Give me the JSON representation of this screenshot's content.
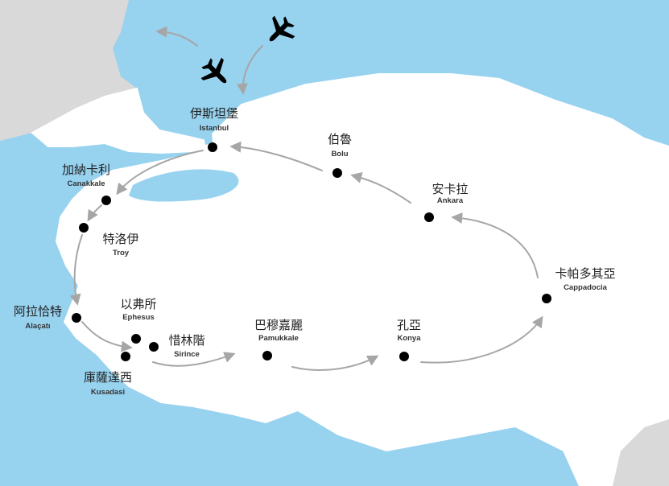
{
  "colors": {
    "sea": "#97d2ef",
    "land": "#ffffff",
    "neighbor_land": "#d9d9d9",
    "route": "#a6a6a6",
    "marker": "#000000"
  },
  "icons": [
    "airplane-icon",
    "airplane-icon"
  ],
  "cities": [
    {
      "id": "istanbul",
      "zh": "伊斯坦堡",
      "en": "Istanbul"
    },
    {
      "id": "bolu",
      "zh": "伯魯",
      "en": "Bolu"
    },
    {
      "id": "ankara",
      "zh": "安卡拉",
      "en": "Ankara"
    },
    {
      "id": "cappadocia",
      "zh": "卡帕多其亞",
      "en": "Cappadocia"
    },
    {
      "id": "konya",
      "zh": "孔亞",
      "en": "Konya"
    },
    {
      "id": "pamukkale",
      "zh": "巴穆嘉麗",
      "en": "Pamukkale"
    },
    {
      "id": "sirince",
      "zh": "惜林階",
      "en": "Sirince"
    },
    {
      "id": "ephesus",
      "zh": "以弗所",
      "en": "Ephesus"
    },
    {
      "id": "kusadasi",
      "zh": "庫薩達西",
      "en": "Kusadasi"
    },
    {
      "id": "alacati",
      "zh": "阿拉恰特",
      "en": "Alaçatı"
    },
    {
      "id": "troy",
      "zh": "特洛伊",
      "en": "Troy"
    },
    {
      "id": "canakkale",
      "zh": "加納卡利",
      "en": "Canakkale"
    }
  ]
}
